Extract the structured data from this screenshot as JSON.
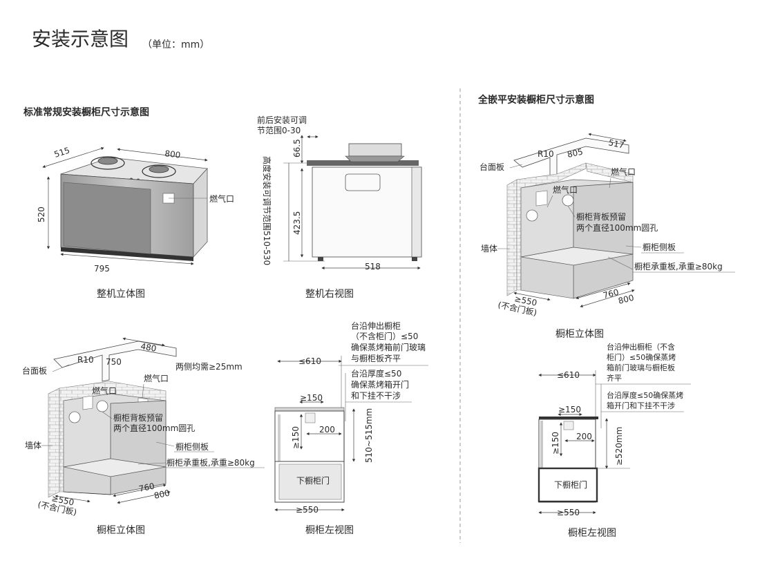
{
  "header": {
    "title": "安装示意图",
    "unit": "（单位：mm）"
  },
  "left": {
    "section_title": "标准常规安装橱柜尺寸示意图",
    "iso": {
      "caption": "整机立体图",
      "d515": "515",
      "d800": "800",
      "d520": "520",
      "d795": "795",
      "gas": "燃气口"
    },
    "side": {
      "caption": "整机右视图",
      "adj1": "前后安装可调",
      "adj2": "节范围0-30",
      "d66": "66.5",
      "d423": "423.5",
      "d518": "518",
      "vertical": "高度安装可调节范围510-530"
    },
    "cab": {
      "caption": "橱柜立体图",
      "counter": "台面板",
      "r10": "R10",
      "d750": "750",
      "d480": "480",
      "sides": "两侧均需≥25mm",
      "gas": "燃气口",
      "back1": "橱柜背板预留",
      "back2": "两个直径100mm圆孔",
      "side_panel": "橱柜侧板",
      "shelf": "橱柜承重板,承重≥80kg",
      "wall": "墙体",
      "d760": "760",
      "d800": "800",
      "d550": "≥550",
      "nodoor": "(不含门板)"
    },
    "lv": {
      "caption": "橱柜左视图",
      "n1": "台沿伸出橱柜",
      "n2": "（不含柜门）≤50",
      "n3": "确保蒸烤箱前门玻璃",
      "n4": "与橱柜板齐平",
      "n5": "台沿厚度≤50",
      "n6": "确保蒸烤箱开门",
      "n7": "和下挂不干涉",
      "d610": "≤610",
      "d150h": "≥150",
      "d150v": "≥150",
      "d200": "200",
      "d510": "510~515mm",
      "door": "下橱柜门",
      "d550": "≥550"
    }
  },
  "right": {
    "section_title": "全嵌平安装橱柜尺寸示意图",
    "cab": {
      "caption": "橱柜立体图",
      "counter": "台面板",
      "r10": "R10",
      "d805": "805",
      "d517": "517",
      "gas_top": "燃气口",
      "gas": "燃气口",
      "back1": "橱柜背板预留",
      "back2": "两个直径100mm圆孔",
      "side_panel": "橱柜侧板",
      "shelf": "橱柜承重板,承重≥80kg",
      "wall": "墙体",
      "d760": "760",
      "d800": "800",
      "d550": "≥550",
      "nodoor": "(不含门板)"
    },
    "lv": {
      "caption": "橱柜左视图",
      "n1": "台沿伸出橱柜（不含",
      "n2": "柜门）≤50确保蒸烤",
      "n3": "箱前门玻璃与橱柜板",
      "n4": "齐平",
      "n5": "台沿厚度≤50确保蒸烤",
      "n6": "箱开门和下挂不干涉",
      "d610": "≤610",
      "d150h": "≥150",
      "d150v": "≥150",
      "d200": "200",
      "d520": "≥520mm",
      "door": "下橱柜门",
      "d550": "≥550"
    }
  }
}
